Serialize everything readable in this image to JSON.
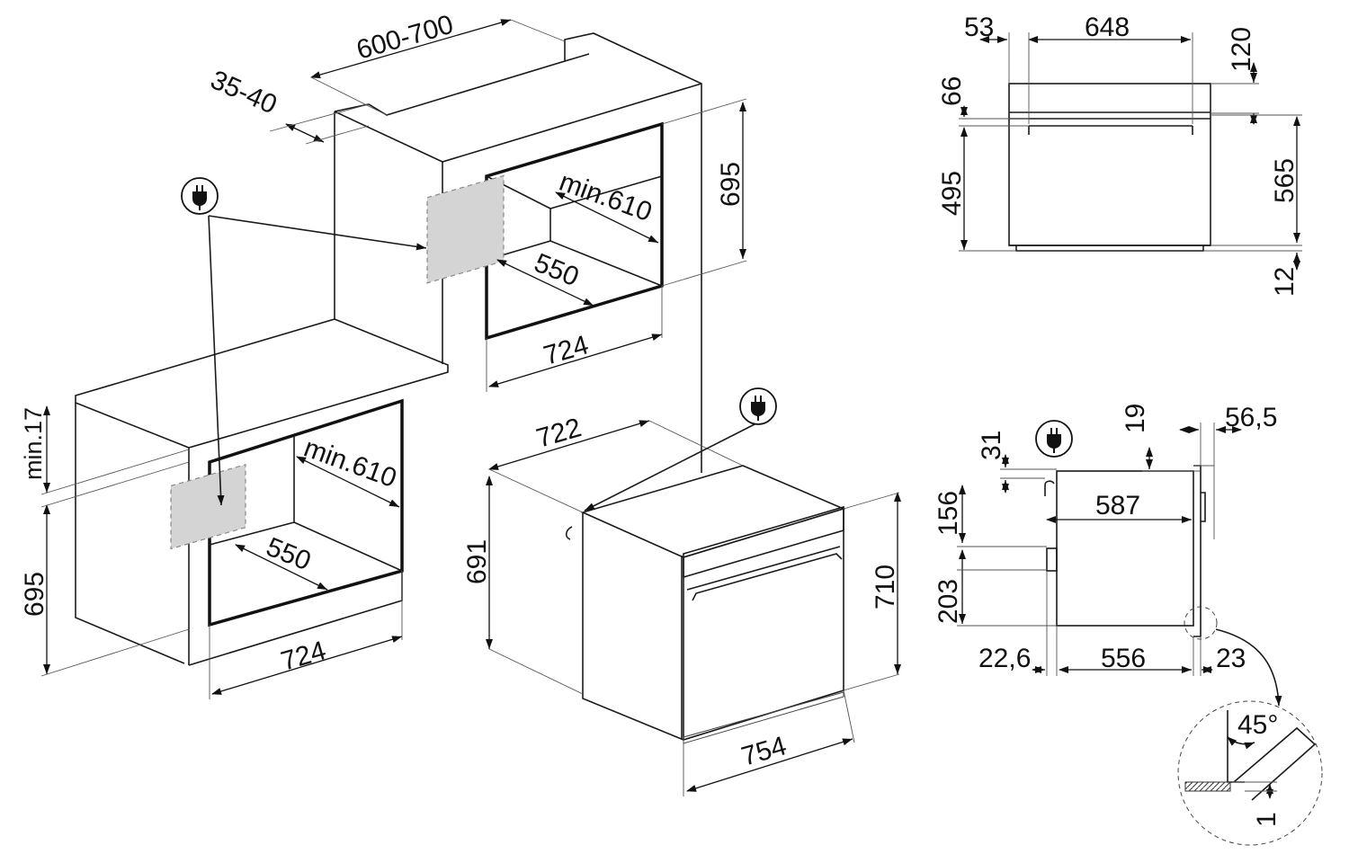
{
  "dimensions": {
    "depth_range": "600-700",
    "gap_range": "35-40",
    "upper_niche_height": "695",
    "upper_niche_depth_min": "min.610",
    "upper_niche_inner": "550",
    "upper_niche_width": "724",
    "lower_countertop_min": "min.17",
    "lower_niche_height": "695",
    "lower_niche_depth_min": "min.610",
    "lower_niche_inner": "550",
    "lower_niche_width": "724",
    "oven_depth": "722",
    "oven_height_side": "691",
    "oven_height_front": "710",
    "oven_width_front": "754",
    "front_left_offset": "53",
    "front_width": "648",
    "front_top_band": "120",
    "front_hinge_gap": "66",
    "front_door_height": "495",
    "front_total_height": "565",
    "front_bottom_gap": "12",
    "side_19": "19",
    "side_56_5": "56,5",
    "side_31": "31",
    "side_587": "587",
    "side_156": "156",
    "side_203": "203",
    "side_22_6": "22,6",
    "side_556": "556",
    "side_23": "23",
    "detail_angle": "45°",
    "detail_gap": "1"
  },
  "icons": [
    "plug-icon",
    "plug-icon",
    "plug-icon"
  ]
}
